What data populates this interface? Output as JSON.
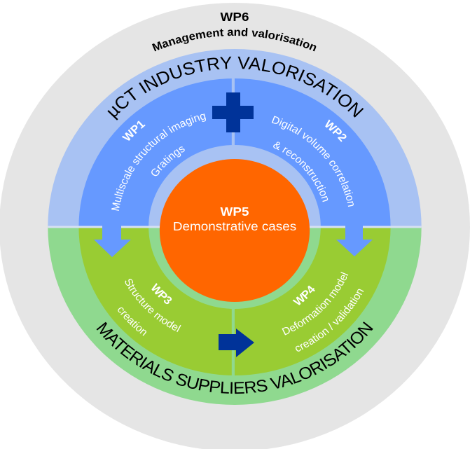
{
  "wp6": {
    "id": "WP6",
    "label": "Management and valorisation"
  },
  "rings": {
    "top_label": "µCT INDUSTRY VALORISATION",
    "bottom_label": "MATERIALS SUPPLIERS VALORISATION"
  },
  "work_packages": [
    {
      "id": "WP1",
      "lines": [
        "Multiscale structural imaging",
        "Gratings"
      ]
    },
    {
      "id": "WP2",
      "lines": [
        "Digital volume correlation",
        "& reconstruction"
      ]
    },
    {
      "id": "WP3",
      "lines": [
        "Structure model",
        "creation"
      ]
    },
    {
      "id": "WP4",
      "lines": [
        "Deformation model",
        "creation / validation"
      ]
    }
  ],
  "center": {
    "id": "WP5",
    "label": "Demonstrative cases"
  },
  "icons": {
    "plus": "plus-icon",
    "arrow_down_left": "arrow-down-icon",
    "arrow_down_right": "arrow-down-icon",
    "arrow_right": "arrow-right-icon"
  },
  "colors": {
    "outer_ring": "#e5e5e5",
    "industry_ring": "#a8c2f3",
    "industry_band": "#6699ff",
    "suppliers_ring": "#8fd98f",
    "suppliers_band": "#99cc33",
    "center": "#ff6600",
    "accent": "#003399"
  }
}
